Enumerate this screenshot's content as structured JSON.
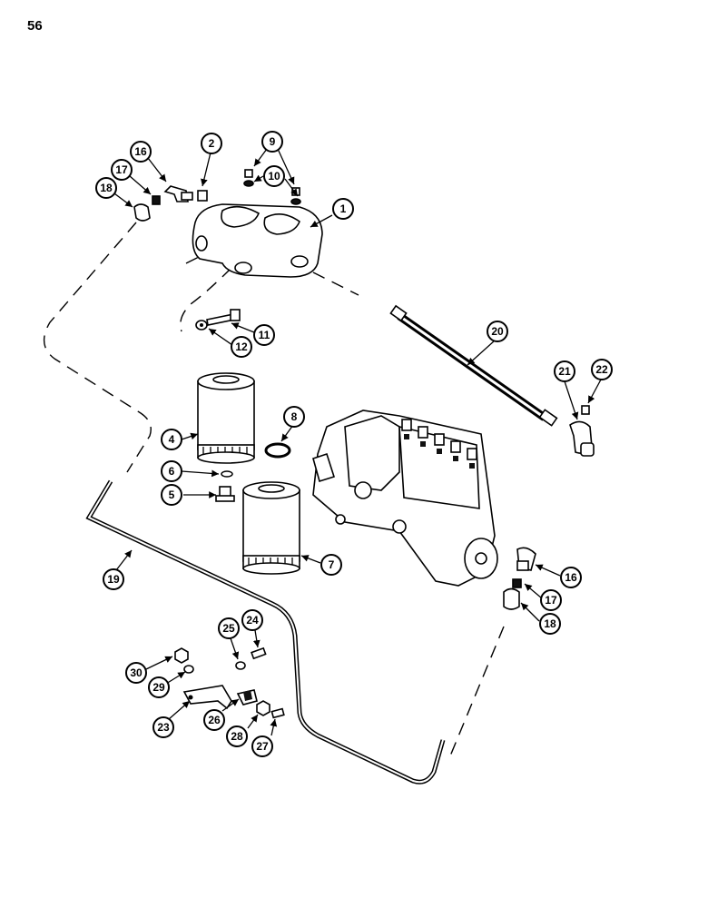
{
  "page_number": "56",
  "callouts": [
    "1",
    "2",
    "9",
    "10",
    "16",
    "17",
    "18",
    "11",
    "12",
    "20",
    "21",
    "22",
    "4",
    "8",
    "6",
    "5",
    "7",
    "19",
    "16",
    "17",
    "18",
    "25",
    "24",
    "30",
    "29",
    "23",
    "26",
    "28",
    "27"
  ]
}
